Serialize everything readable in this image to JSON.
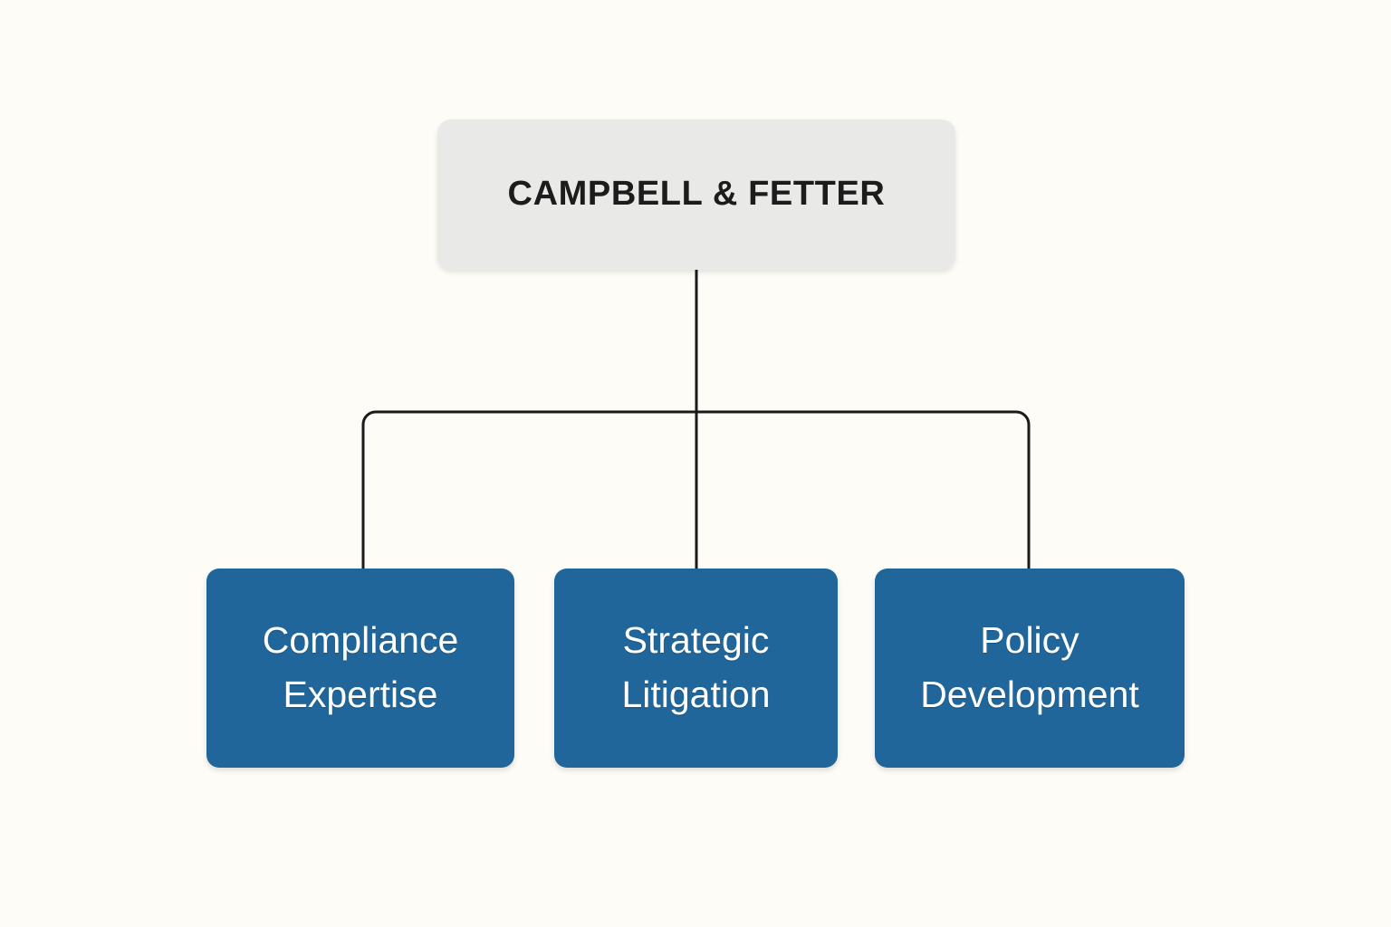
{
  "diagram": {
    "type": "organizational-hierarchy",
    "orientation": "top-down",
    "background_color": "#FDFCF7",
    "connector_color": "#1A1A1A",
    "root": {
      "label": "CAMPBELL & FETTER",
      "fill_color": "#E9E9E8",
      "text_color": "#1C1C1C"
    },
    "children": [
      {
        "label": "Compliance Expertise",
        "line1": "Compliance",
        "line2": "Expertise",
        "fill_color": "#20669B",
        "text_color": "#FFFFFF"
      },
      {
        "label": "Strategic Litigation",
        "line1": "Strategic",
        "line2": "Litigation",
        "fill_color": "#20669B",
        "text_color": "#FFFFFF"
      },
      {
        "label": "Policy Development",
        "line1": "Policy",
        "line2": "Development",
        "fill_color": "#20669B",
        "text_color": "#FFFFFF"
      }
    ]
  }
}
